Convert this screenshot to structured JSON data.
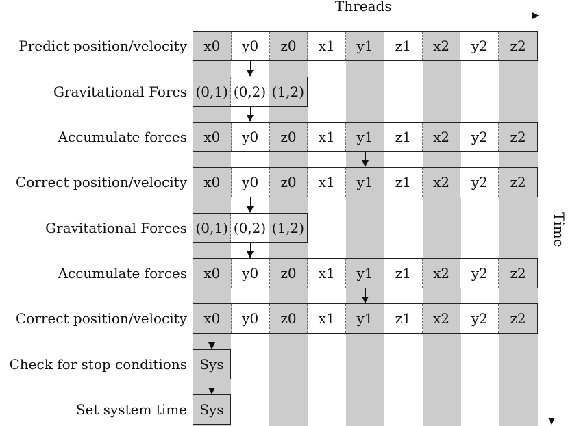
{
  "axes": {
    "horizontal_label": "Threads",
    "vertical_label": "Time"
  },
  "colors": {
    "shaded": "#cccccc",
    "plain": "#ffffff",
    "border": "#222222"
  },
  "thread_columns": [
    "x0",
    "y0",
    "z0",
    "x1",
    "y1",
    "z1",
    "x2",
    "y2",
    "z2"
  ],
  "shaded_columns": [
    0,
    2,
    4,
    6,
    8
  ],
  "rows": [
    {
      "label": "Predict position/velocity",
      "cells": [
        "x0",
        "y0",
        "z0",
        "x1",
        "y1",
        "z1",
        "x2",
        "y2",
        "z2"
      ]
    },
    {
      "label": "Gravitational Forcs",
      "cells": [
        "(0,1)",
        "(0,2)",
        "(1,2)"
      ]
    },
    {
      "label": "Accumulate forces",
      "cells": [
        "x0",
        "y0",
        "z0",
        "x1",
        "y1",
        "z1",
        "x2",
        "y2",
        "z2"
      ]
    },
    {
      "label": "Correct position/velocity",
      "cells": [
        "x0",
        "y0",
        "z0",
        "x1",
        "y1",
        "z1",
        "x2",
        "y2",
        "z2"
      ]
    },
    {
      "label": "Gravitational Forces",
      "cells": [
        "(0,1)",
        "(0,2)",
        "(1,2)"
      ]
    },
    {
      "label": "Accumulate forces",
      "cells": [
        "x0",
        "y0",
        "z0",
        "x1",
        "y1",
        "z1",
        "x2",
        "y2",
        "z2"
      ]
    },
    {
      "label": "Correct position/velocity",
      "cells": [
        "x0",
        "y0",
        "z0",
        "x1",
        "y1",
        "z1",
        "x2",
        "y2",
        "z2"
      ]
    },
    {
      "label": "Check for stop conditions",
      "cells": [
        "Sys"
      ]
    },
    {
      "label": "Set system time",
      "cells": [
        "Sys"
      ]
    }
  ],
  "dependency_arrows": [
    {
      "from_row": 0,
      "to_row": 1,
      "column": "y0"
    },
    {
      "from_row": 1,
      "to_row": 2,
      "column": "y0"
    },
    {
      "from_row": 2,
      "to_row": 3,
      "column": "y1"
    },
    {
      "from_row": 3,
      "to_row": 4,
      "column": "y0"
    },
    {
      "from_row": 4,
      "to_row": 5,
      "column": "y0"
    },
    {
      "from_row": 5,
      "to_row": 6,
      "column": "y1"
    },
    {
      "from_row": 6,
      "to_row": 7,
      "column": "x0"
    },
    {
      "from_row": 7,
      "to_row": 8,
      "column": "x0"
    }
  ]
}
